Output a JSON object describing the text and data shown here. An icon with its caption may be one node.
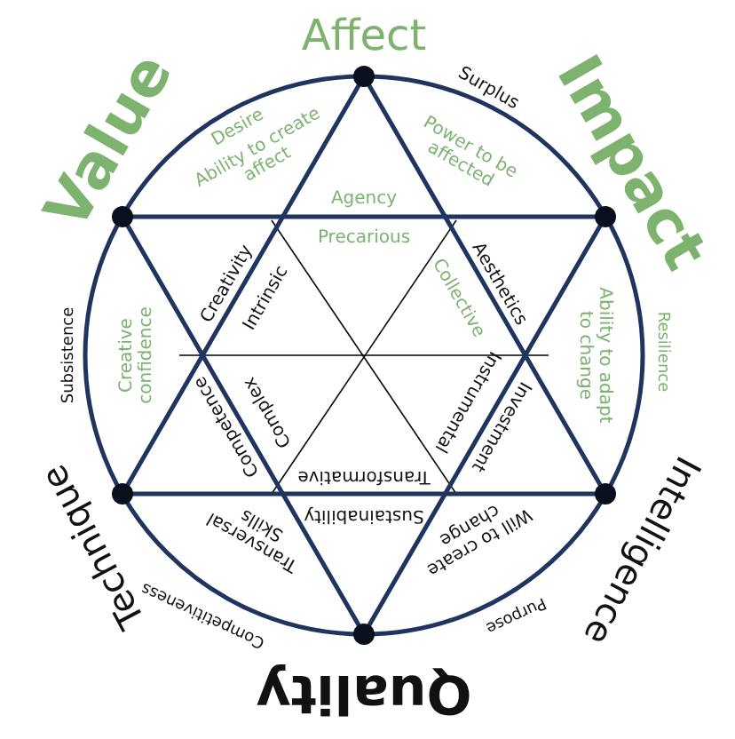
{
  "diagram": {
    "labels": [
      "Affect",
      "Surplus",
      "Value",
      "Desire",
      "Impact",
      "Ability to create affect",
      "Power to be affected",
      "Agency",
      "Precarious",
      "Creativity",
      "Intrinsic",
      "Aesthetics",
      "Collective",
      "Resilience",
      "Ability to adapt to change",
      "Creative confidence",
      "Subsistence",
      "Complex",
      "Competence",
      "Instrumental",
      "Investment",
      "Transformative",
      "Sustainability",
      "Intelligence",
      "Technique",
      "Transversal Skills",
      "Will to create change",
      "Purpose",
      "Competitiveness",
      "Quality"
    ]
  }
}
